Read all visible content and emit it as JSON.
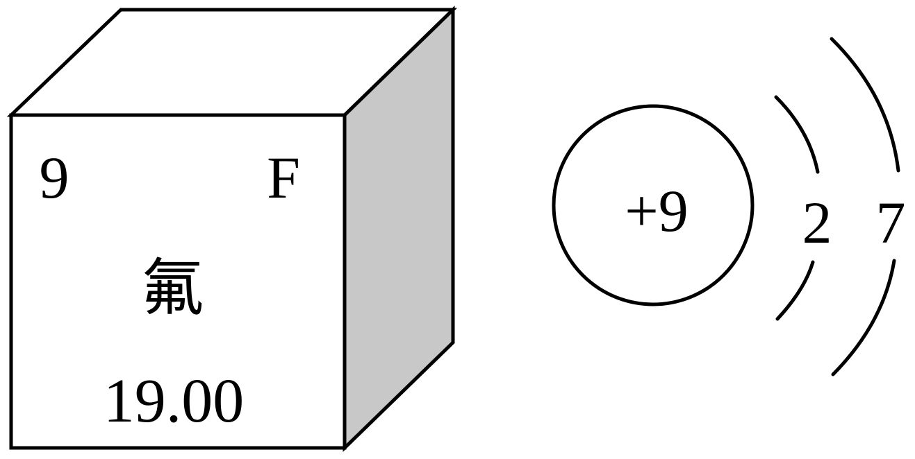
{
  "element_tile": {
    "atomic_number": "9",
    "symbol": "F",
    "name": "氟",
    "atomic_mass": "19.00"
  },
  "atom_structure": {
    "nucleus_charge": "+9",
    "shells": [
      "2",
      "7"
    ]
  },
  "colors": {
    "line": "#000000",
    "face": "#ffffff",
    "side_face": "#c8c8c8"
  }
}
